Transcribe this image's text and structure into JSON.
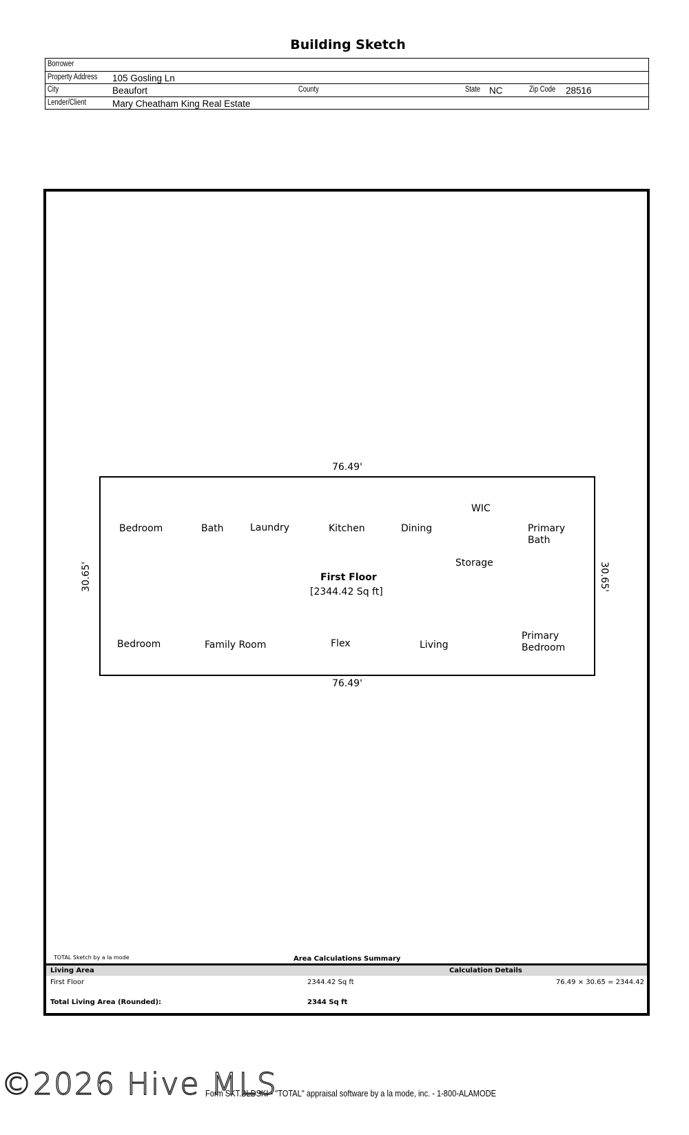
{
  "title": "Building Sketch",
  "header": {
    "borrower_label": "Borrower",
    "borrower_value": "",
    "address_label": "Property Address",
    "address_value": "105 Gosling Ln",
    "city_label": "City",
    "city_value": "Beaufort",
    "county_label": "County",
    "county_value": "",
    "state_label": "State",
    "state_value": "NC",
    "zip_label": "Zip Code",
    "zip_value": "28516",
    "lender_label": "Lender/Client",
    "lender_value": "Mary Cheatham King Real Estate"
  },
  "sketch": {
    "dim_top": "76.49'",
    "dim_bottom": "76.49'",
    "dim_left": "30.65'",
    "dim_right": "30.65'",
    "floor_name": "First Floor",
    "floor_area": "[2344.42 Sq ft]",
    "rooms": {
      "bedroom_1": "Bedroom",
      "bath": "Bath",
      "laundry": "Laundry",
      "kitchen": "Kitchen",
      "dining": "Dining",
      "wic": "WIC",
      "primary_bath_1": "Primary",
      "primary_bath_2": "Bath",
      "storage": "Storage",
      "bedroom_2": "Bedroom",
      "family_room": "Family Room",
      "flex": "Flex",
      "living": "Living",
      "primary_bedroom_1": "Primary",
      "primary_bedroom_2": "Bedroom"
    }
  },
  "summary": {
    "software_note": "TOTAL Sketch by a la mode",
    "heading": "Area Calculations Summary",
    "col_living_area": "Living Area",
    "col_calc_details": "Calculation Details",
    "row_name": "First Floor",
    "row_area": "2344.42 Sq ft",
    "row_calc": "76.49 × 30.65  =  2344.42",
    "total_label": "Total Living Area (Rounded):",
    "total_value": "2344 Sq ft"
  },
  "footer": "Form SKT.BLDSKI - \"TOTAL\" appraisal software by a la mode, inc. - 1-800-ALAMODE",
  "watermark": "©2026 Hive MLS"
}
